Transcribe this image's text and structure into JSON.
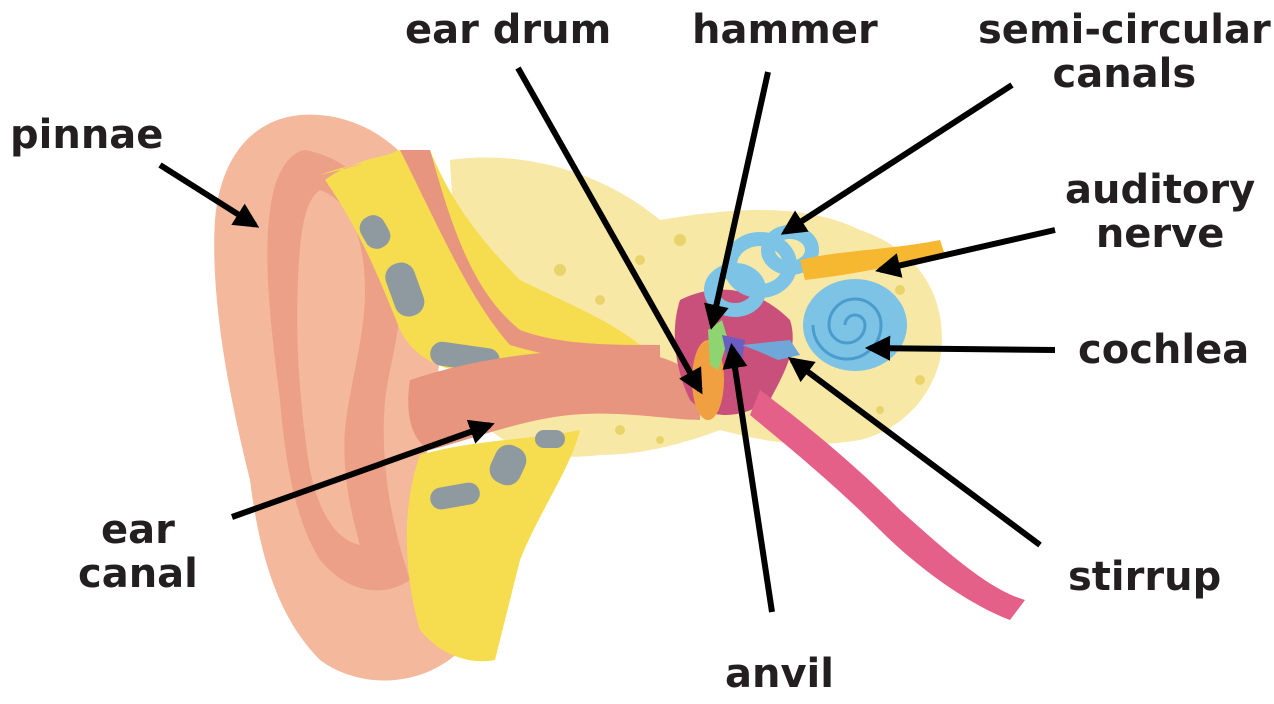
{
  "labels": {
    "pinnae": "pinnae",
    "ear_drum": "ear drum",
    "hammer": "hammer",
    "semi_circular": [
      "semi-circular",
      "canals"
    ],
    "auditory_nerve": [
      "auditory",
      "nerve"
    ],
    "cochlea": "cochlea",
    "stirrup": "stirrup",
    "anvil": "anvil",
    "ear_canal": [
      "ear",
      "canal"
    ]
  },
  "colors": {
    "skin": "#f4b89c",
    "skin_dark": "#e8957f",
    "yellow": "#f6dc4f",
    "bone": "#f8e8a6",
    "grey": "#8f9aa0",
    "blue": "#7cc3e6",
    "pink": "#e46089",
    "arrow": "#000000"
  }
}
